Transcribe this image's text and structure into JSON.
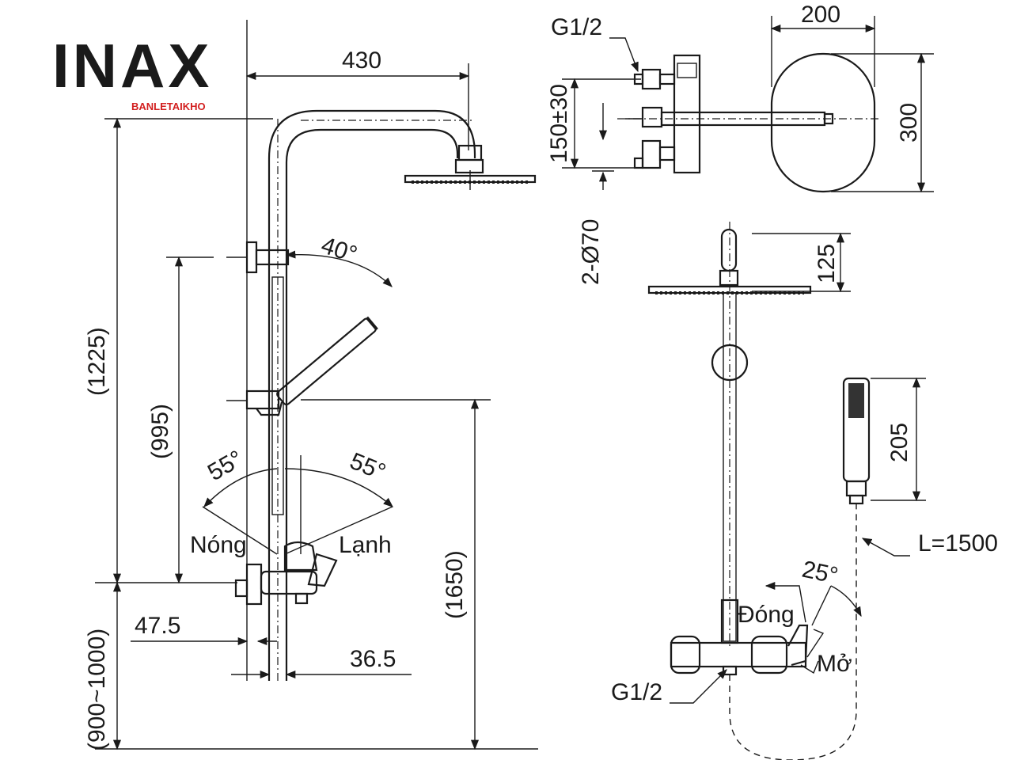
{
  "brand": {
    "logo": "INAX",
    "subtitle": "BANLETAIKHO"
  },
  "side_view": {
    "dim_width": "430",
    "dim_total_height": "(1225)",
    "dim_slide_bar": "(995)",
    "dim_mixer_height": "(900~1000)",
    "dim_hand_height": "(1650)",
    "dim_offset_wall": "47.5",
    "dim_offset_bar": "36.5",
    "angle_hand": "40°",
    "angle_left": "55°",
    "angle_right": "55°",
    "label_hot": "Nóng",
    "label_cold": "Lạnh"
  },
  "top_view": {
    "thread": "G1/2",
    "dim_centers": "150±30",
    "dim_holes": "2-Ø70",
    "dim_head_width": "200",
    "dim_head_depth": "300"
  },
  "front_view": {
    "dim_head_top": "125",
    "dim_hand_shower": "205",
    "hose_length": "L=1500",
    "angle_lever": "25°",
    "label_close": "Đóng",
    "label_open": "Mở",
    "thread": "G1/2"
  }
}
